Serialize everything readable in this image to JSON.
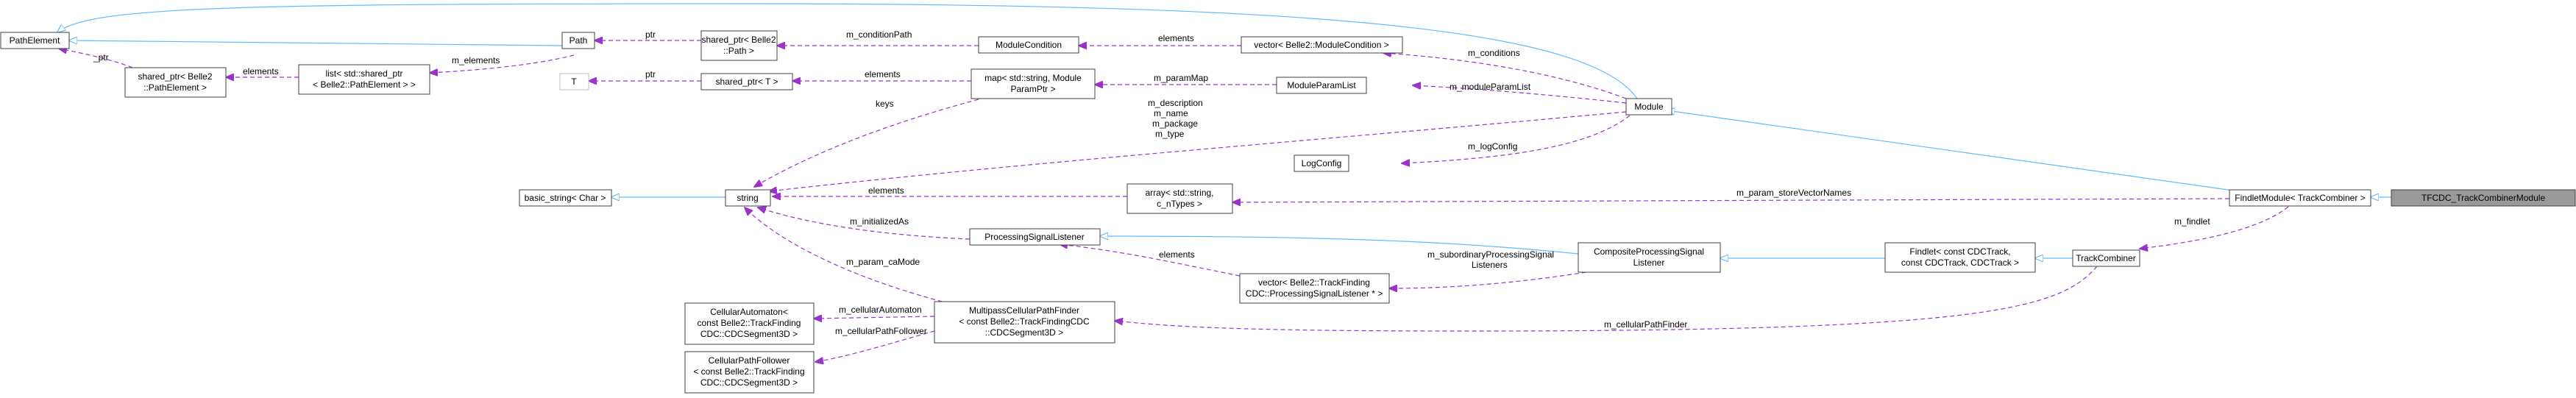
{
  "diagram": {
    "nodes": {
      "path_element": [
        "PathElement"
      ],
      "shared_ptr_pathelement": [
        "shared_ptr< Belle2",
        "::PathElement >"
      ],
      "list_shared_ptr": [
        "list< std::shared_ptr",
        "< Belle2::PathElement > >"
      ],
      "path": [
        "Path"
      ],
      "shared_ptr_path": [
        "shared_ptr< Belle2",
        "::Path >"
      ],
      "module_condition": [
        "ModuleCondition"
      ],
      "vector_module_condition": [
        "vector< Belle2::ModuleCondition >"
      ],
      "t_param": [
        "T"
      ],
      "shared_ptr_t": [
        "shared_ptr< T >"
      ],
      "map_param": [
        "map< std::string, Module",
        "ParamPtr >"
      ],
      "module_param_list": [
        "ModuleParamList"
      ],
      "module": [
        "Module"
      ],
      "log_config": [
        "LogConfig"
      ],
      "basic_string": [
        "basic_string< Char >"
      ],
      "string": [
        "string"
      ],
      "array_string": [
        "array< std::string,",
        "c_nTypes >"
      ],
      "findlet_module": [
        "FindletModule< TrackCombiner >"
      ],
      "tfcdc_module": [
        "TFCDC_TrackCombinerModule"
      ],
      "processing_signal_listener": [
        "ProcessingSignalListener"
      ],
      "composite_listener": [
        "CompositeProcessingSignal",
        "Listener"
      ],
      "vector_listener": [
        "vector< Belle2::TrackFinding",
        "CDC::ProcessingSignalListener * >"
      ],
      "findlet_cdctrack": [
        "Findlet< const CDCTrack,",
        "const CDCTrack, CDCTrack >"
      ],
      "track_combiner": [
        "TrackCombiner"
      ],
      "cellular_automaton": [
        "CellularAutomaton<",
        "const Belle2::TrackFinding",
        "CDC::CDCSegment3D >"
      ],
      "multipass_finder": [
        "MultipassCellularPathFinder",
        "< const Belle2::TrackFindingCDC",
        "::CDCSegment3D >"
      ],
      "cellular_path_follower": [
        "CellularPathFollower",
        "< const Belle2::TrackFinding",
        "CDC::CDCSegment3D >"
      ]
    },
    "edge_labels": {
      "ptr1": "_ptr",
      "elements1": "elements",
      "m_elements": "m_elements",
      "ptr2": "ptr",
      "m_condition_path": "m_conditionPath",
      "elements2": "elements",
      "m_conditions": "m_conditions",
      "ptr3": "ptr",
      "elements3": "elements",
      "m_param_map": "m_paramMap",
      "m_module_param_list": "m_moduleParamList",
      "keys": "keys",
      "module_strings": [
        "m_description",
        "m_name",
        "m_package",
        "m_type"
      ],
      "m_log_config": "m_logConfig",
      "elements4": "elements",
      "m_param_store_vector_names": "m_param_storeVectorNames",
      "m_initialized_as": "m_initializedAs",
      "m_param_ca_mode": "m_param_caMode",
      "m_findlet": "m_findlet",
      "elements5": "elements",
      "m_subordinary_listeners": [
        "m_subordinaryProcessingSignal",
        "Listeners"
      ],
      "m_cellular_automaton": "m_cellularAutomaton",
      "m_cellular_path_follower": "m_cellularPathFollower",
      "m_cellular_path_finder": "m_cellularPathFinder"
    }
  }
}
